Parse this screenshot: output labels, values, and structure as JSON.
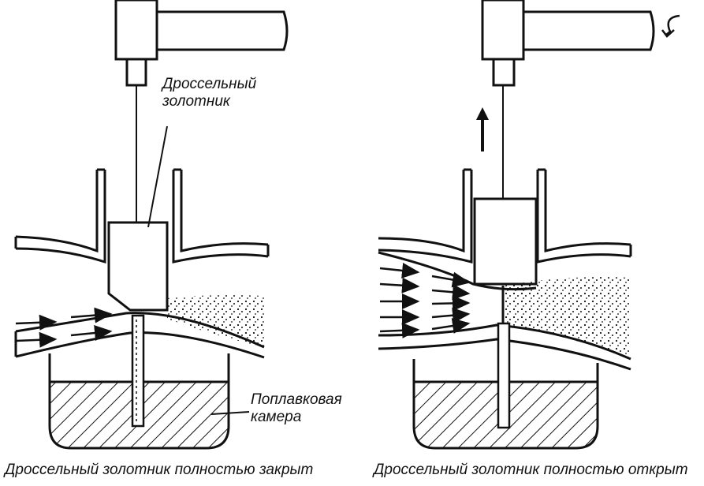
{
  "labels": {
    "throttle_line1": "Дроссельный",
    "throttle_line2": "золотник",
    "float_line1": "Поплавковая",
    "float_line2": "камера"
  },
  "captions": {
    "left": "Дроссельный золотник полностью закрыт",
    "right": "Дроссельный золотник полностью открыт"
  },
  "colors": {
    "ink": "#111111",
    "background": "#ffffff"
  }
}
